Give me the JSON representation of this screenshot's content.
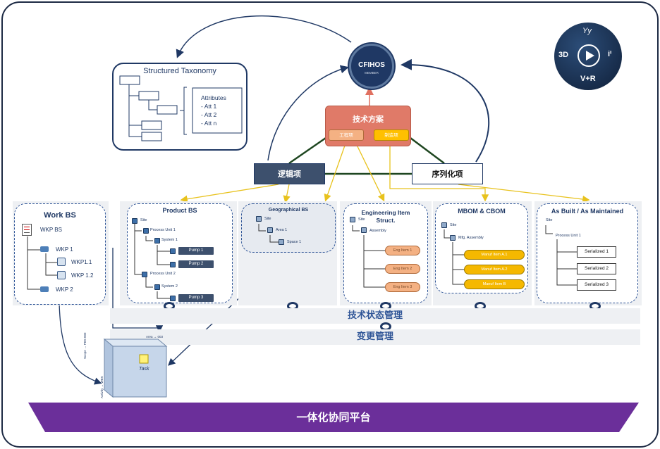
{
  "colors": {
    "navy": "#1f3864",
    "accent_blue": "#2f5597",
    "red_header": "#e07060",
    "orange_tag": "#f4b183",
    "yellow_tag": "#ffc000",
    "purple_band": "#6b2f9a",
    "gold_pill": "#f5b800",
    "tan_pill": "#f4b183"
  },
  "taxonomy": {
    "title": "Structured Taxonomy",
    "attributes_title": "Attributes",
    "attributes": [
      "- Att 1",
      "- Att 2",
      "- Att n"
    ]
  },
  "cfihos": {
    "name": "CFIHOS",
    "tag": "MEMBER"
  },
  "logo": {
    "top": "Yy",
    "left": "3D",
    "right": "iⁱ",
    "bottom": "V+R"
  },
  "tech_scheme": {
    "title": "技术方案",
    "tag_engineering": "工程项",
    "tag_manufacturing": "制造项"
  },
  "logic_item": "逻辑项",
  "serial_item": "序列化项",
  "work_bs": {
    "title": "Work BS",
    "root": "WKP BS",
    "items": [
      "WKP 1",
      "WKP1.1",
      "WKP 1.2",
      "WKP 2"
    ]
  },
  "product_bs": {
    "title": "Product BS",
    "site": "Site",
    "process_unit_1": "Process Unit 1",
    "system_1": "System 1",
    "pump_1": "Pump 1",
    "pump_2": "Pump 2",
    "process_unit_2": "Process Unit 2",
    "system_2": "System 2",
    "pump_3": "Pump 3"
  },
  "geo_bs": {
    "title": "Geographical BS",
    "site": "Site",
    "area": "Area 1",
    "space": "Space 1"
  },
  "eng_item": {
    "title": "Engineering Item Struct.",
    "site": "Site",
    "assembly": "Assembly",
    "items": [
      "Eng Item 1",
      "Eng Item 2",
      "Eng Item 3"
    ]
  },
  "mbom": {
    "title": "MBOM & CBOM",
    "site": "Site",
    "assembly": "Mfg. Assembly",
    "items": [
      "Manuf Item A.1",
      "Manuf Item A.2",
      "Manuf Item B"
    ]
  },
  "as_built": {
    "title": "As Built / As Maintained",
    "site": "Site",
    "unit": "Process Unit 1",
    "items": [
      "Serialized 1",
      "Serialized 2",
      "Serialized 3"
    ]
  },
  "bars": {
    "config_mgmt": "技术状态管理",
    "change_mgmt": "变更管理"
  },
  "cube": {
    "task": "Task",
    "top_label": "Area → 003",
    "left_label": "Scope → PBS 003",
    "side_label": "Activity → WBS"
  },
  "platform": "一体化协同平台"
}
